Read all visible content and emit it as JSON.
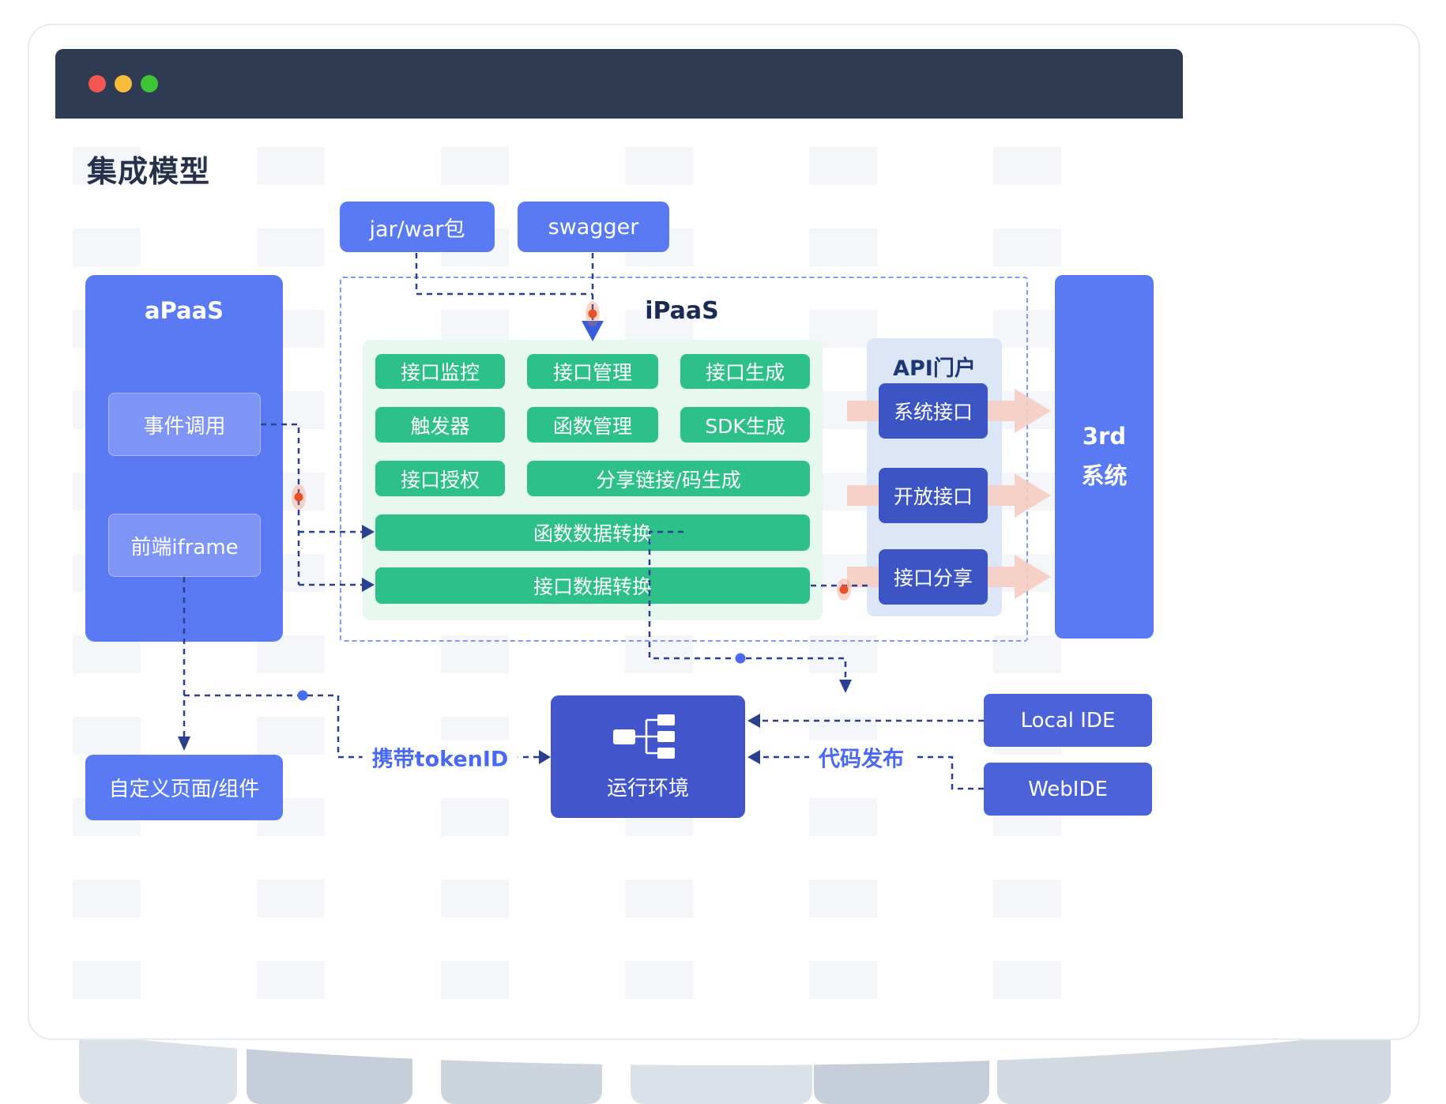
{
  "page_title": "集成模型",
  "window": {
    "traffic_lights": [
      "#f4574f",
      "#f6bd3a",
      "#3ec437"
    ]
  },
  "sources": [
    {
      "label": "jar/war包"
    },
    {
      "label": "swagger"
    }
  ],
  "apaas": {
    "title": "aPaaS",
    "items": [
      {
        "label": "事件调用"
      },
      {
        "label": "前端iframe"
      }
    ]
  },
  "ipaas": {
    "title": "iPaaS",
    "features": [
      {
        "label": "接口监控"
      },
      {
        "label": "接口管理"
      },
      {
        "label": "接口生成"
      },
      {
        "label": "触发器"
      },
      {
        "label": "函数管理"
      },
      {
        "label": "SDK生成"
      },
      {
        "label": "接口授权"
      },
      {
        "label": "分享链接/码生成"
      },
      {
        "label": "函数数据转换"
      },
      {
        "label": "接口数据转换"
      }
    ]
  },
  "api_portal": {
    "title": "API门户",
    "items": [
      {
        "label": "系统接口"
      },
      {
        "label": "开放接口"
      },
      {
        "label": "接口分享"
      }
    ]
  },
  "third_system": {
    "lines": [
      "3rd",
      "系统"
    ]
  },
  "custom_page": {
    "label": "自定义页面/组件"
  },
  "runtime": {
    "label": "运行环境"
  },
  "ides": [
    {
      "label": "Local IDE"
    },
    {
      "label": "WebIDE"
    }
  ],
  "edge_labels": {
    "token": "携带tokenID",
    "deploy": "代码发布"
  },
  "colors": {
    "primary_blue": "#597af2",
    "deep_blue": "#3d55c4",
    "runtime_blue": "#4355cb",
    "ide_blue": "#4c62d9",
    "green": "#2ec08a",
    "green_panel": "#e7f8ef",
    "portal_panel": "#dde6f7",
    "titlebar": "#2e3b52",
    "connector": "#2b3f8f",
    "flow_label": "#4a69f2",
    "pink_arrow": "#f5cdc2",
    "orange_marker": "#e4512b"
  }
}
